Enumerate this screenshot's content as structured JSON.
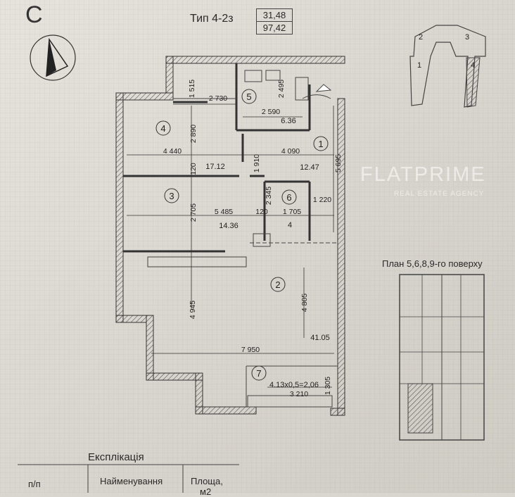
{
  "header": {
    "section_letter": "С",
    "type_label": "Тип 4-2з",
    "living_area": "31,48",
    "total_area": "97,42"
  },
  "rooms": [
    {
      "num": "1",
      "area": "12.47"
    },
    {
      "num": "2",
      "area": "41.05"
    },
    {
      "num": "3",
      "area": "14.36"
    },
    {
      "num": "4",
      "area": "17.12"
    },
    {
      "num": "5",
      "area": "6.36"
    },
    {
      "num": "6",
      "area": "4"
    },
    {
      "num": "7",
      "area": "4.13x0,5=2,06"
    }
  ],
  "dimensions": [
    "1 515",
    "2 730",
    "2 495",
    "2 590",
    "2 890",
    "4 440",
    "4 090",
    "1 910",
    "5 695",
    "120",
    "2 345",
    "1 220",
    "2 705",
    "5 485",
    "120",
    "1 705",
    "4 945",
    "4 805",
    "7 950",
    "3 210",
    "1 305"
  ],
  "keyplan": {
    "labels": [
      "2",
      "3",
      "1",
      "4"
    ]
  },
  "floor_plan_title": "План 5,6,8,9-го поверху",
  "watermark": {
    "brand": "FLATPRIME",
    "tagline": "REAL ESTATE AGENCY"
  },
  "explication": {
    "title": "Експлікація",
    "col_num": "п/п",
    "col_name": "Найменування",
    "col_area": "Площа,",
    "col_area_unit": "м2"
  }
}
